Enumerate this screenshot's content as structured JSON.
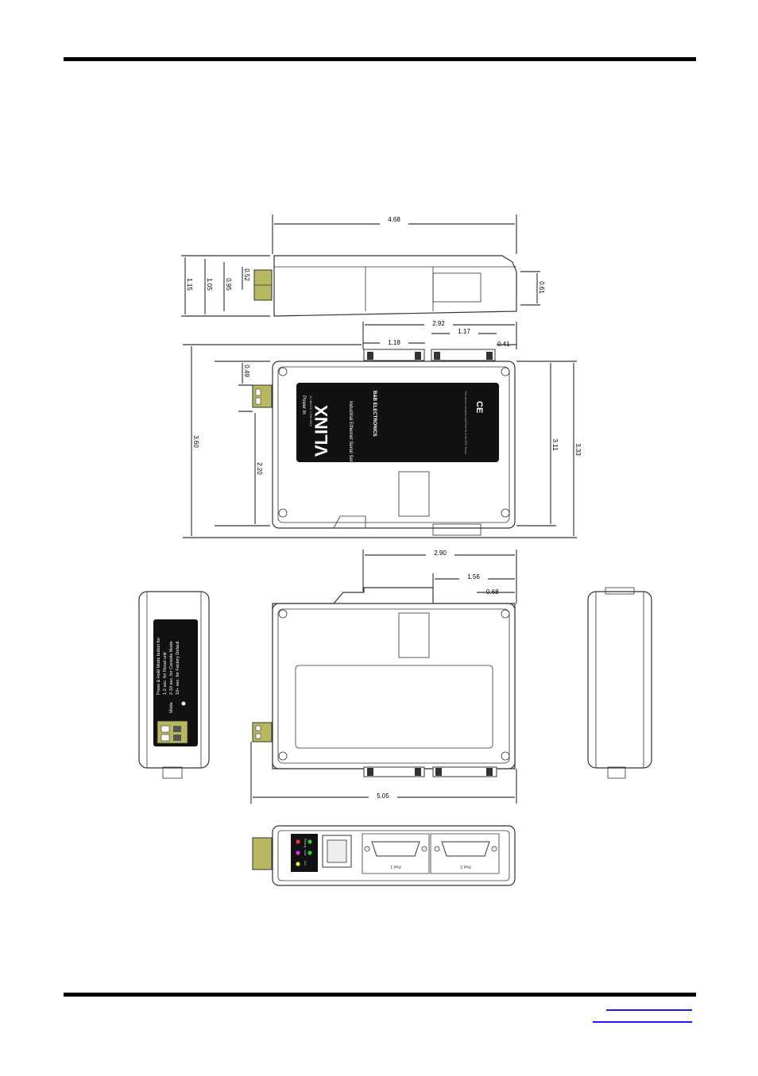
{
  "dimensions": {
    "top_width": "4.68",
    "side_h1": "1.15",
    "side_h2": "1.05",
    "side_h3": "0.95",
    "side_h4": "0.52",
    "side_right": "0.61",
    "port_span": "2.92",
    "port1_width": "1.18",
    "port2_width": "1.17",
    "port_offset": "0.41",
    "left_total": "3.60",
    "terminal_small": "0.49",
    "terminal_body": "2.20",
    "right_height1": "3.11",
    "right_height2": "3.33",
    "rear_span": "2.90",
    "rear_mid": "1.56",
    "rear_small": "0.68",
    "overall_width": "5.05"
  },
  "label_panel": {
    "power_in": "Power In",
    "power_range": "10-48VDC 1.0W MAX",
    "brand": "VLINX",
    "tagline": "Industrial Ethernet Serial Server",
    "company": "B&B ELECTRONICS",
    "fine_print": "This device complies with Part 15 of the FCC Rules.",
    "ce_mark": "CE"
  },
  "side_label": {
    "line1": "Press & Hold Mode button for",
    "line2": "1-2 sec. for Reset unit",
    "line3": "2-10 sec. for Console Mode",
    "line4": "10+ sec. for Factory Default",
    "mode": "Mode"
  },
  "front_ports": {
    "led_labels": [
      "Ready",
      "Link",
      "Act"
    ],
    "port1": "Port 1",
    "port2": "Port 2"
  }
}
